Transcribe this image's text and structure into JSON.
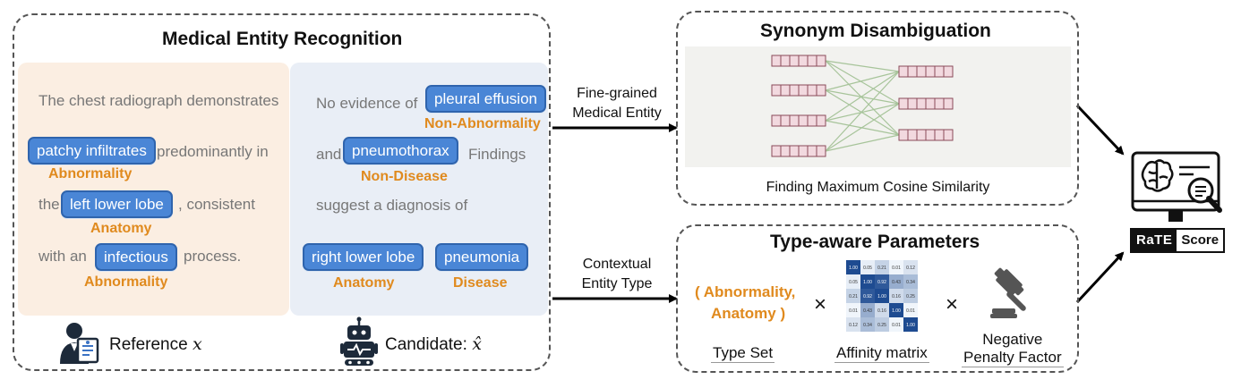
{
  "ner": {
    "title": "Medical Entity Recognition",
    "reference": {
      "line1": "The chest radiograph demonstrates",
      "chip1": "patchy infiltrates",
      "after1": "predominantly in",
      "tag1": "Abnormality",
      "before2": "the",
      "chip2": "left lower lobe",
      "after2": ", consistent",
      "tag2": "Anatomy",
      "before3": "with an",
      "chip3": "infectious",
      "after3": "process.",
      "tag3": "Abnormality",
      "footer_label": "Reference",
      "footer_symbol": "x"
    },
    "candidate": {
      "before1": "No evidence of",
      "chip1": "pleural effusion",
      "tag1": "Non-Abnormality",
      "before2": "and",
      "chip2": "pneumothorax",
      "after2": "Findings",
      "tag2": "Non-Disease",
      "line3": "suggest a diagnosis of",
      "chip3": "right lower lobe",
      "chip4": "pneumonia",
      "tag3": "Anatomy",
      "tag4": "Disease",
      "footer_label": "Candidate:",
      "footer_symbol": "x̂"
    }
  },
  "arrows": {
    "top_label_1": "Fine-grained",
    "top_label_2": "Medical Entity",
    "bottom_label_1": "Contextual",
    "bottom_label_2": "Entity Type"
  },
  "synonym": {
    "title": "Synonym Disambiguation",
    "caption": "Finding Maximum Cosine Similarity"
  },
  "type_aware": {
    "title": "Type-aware Parameters",
    "type_set_1": "( Abnormality,",
    "type_set_2": "Anatomy )",
    "times": "×",
    "type_set_label": "Type Set",
    "affinity_label": "Affinity matrix",
    "penalty_label_1": "Negative",
    "penalty_label_2": "Penalty Factor",
    "matrix": [
      [
        "1.00",
        "0.05",
        "0.21",
        "0.01",
        "0.12"
      ],
      [
        "0.05",
        "1.00",
        "0.92",
        "0.43",
        "0.34"
      ],
      [
        "0.21",
        "0.92",
        "1.00",
        "0.16",
        "0.25"
      ],
      [
        "0.01",
        "0.43",
        "0.16",
        "1.00",
        "0.01"
      ],
      [
        "0.12",
        "0.34",
        "0.25",
        "0.01",
        "1.00"
      ]
    ]
  },
  "score": {
    "rate": "RaTE",
    "score": "Score"
  },
  "colors": {
    "chip": "#4a86d6",
    "tag": "#e08a1e",
    "reference_panel": "#fbeee2",
    "candidate_panel": "#e9eef6",
    "embedding_cell": "#f2d9df"
  }
}
